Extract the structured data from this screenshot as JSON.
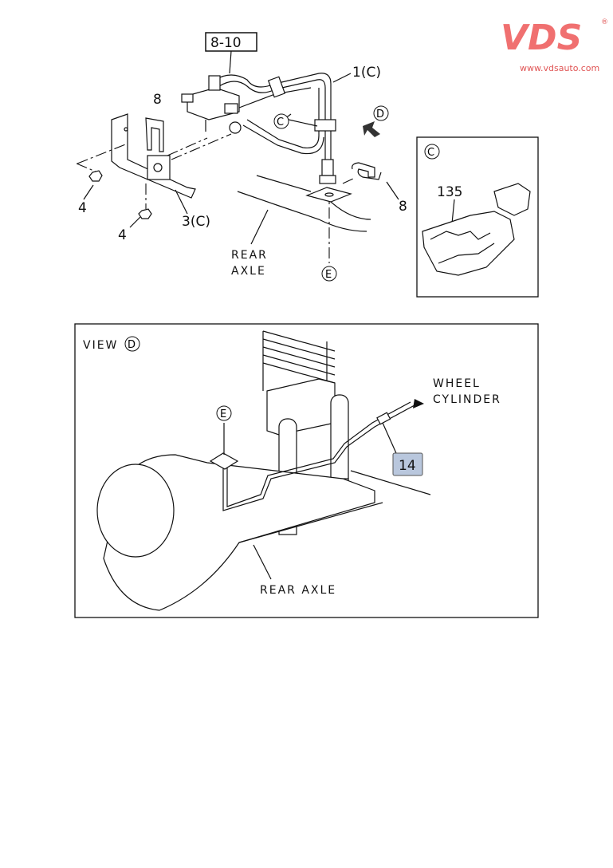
{
  "logo": {
    "brand": "VDS",
    "registered": "®",
    "url": "www.vdsauto.com",
    "color": "#f07070"
  },
  "top_diagram": {
    "ref_box": "8-10",
    "callouts": {
      "part_1": "1(C)",
      "part_3": "3(C)",
      "part_4a": "4",
      "part_4b": "4",
      "part_8a": "8",
      "part_8b": "8",
      "marker_c": "C",
      "marker_d": "D",
      "marker_e": "E"
    },
    "rear_axle_line1": "REAR",
    "rear_axle_line2": "AXLE"
  },
  "detail_c": {
    "marker": "C",
    "part_135": "135"
  },
  "view_d": {
    "title": "VIEW",
    "title_marker": "D",
    "marker_e": "E",
    "wheel_cyl_line1": "WHEEL",
    "wheel_cyl_line2": "CYLINDER",
    "part_14": "14",
    "part_14_color": "#b9c7dd",
    "rear_axle": "REAR AXLE"
  }
}
